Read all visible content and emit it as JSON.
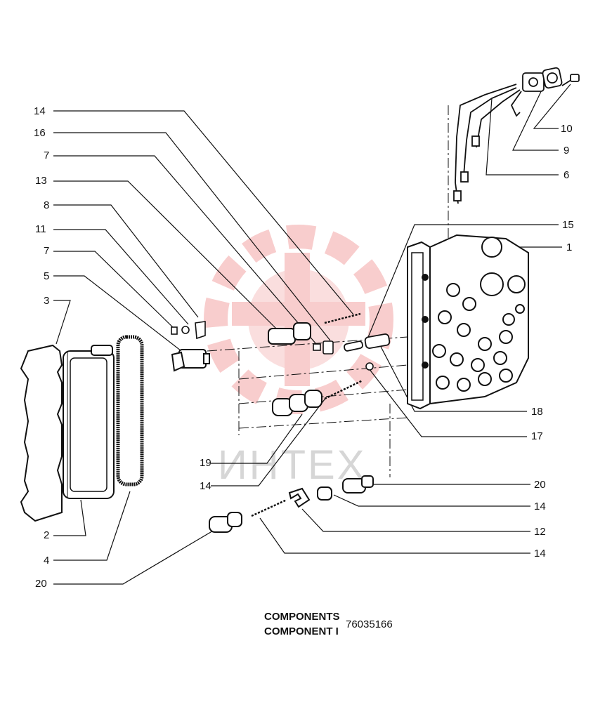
{
  "watermark": {
    "text": "ИНТЕХ",
    "logo": "gear-logo-watermark",
    "logo_color": "#f7b9b9"
  },
  "callouts_left": [
    "14",
    "16",
    "7",
    "13",
    "8",
    "11",
    "7",
    "5",
    "3"
  ],
  "callouts_right": [
    "10",
    "9",
    "6",
    "15",
    "1",
    "18",
    "17",
    "20",
    "14",
    "12",
    "14"
  ],
  "callouts_bottom": [
    "19",
    "14",
    "2",
    "4",
    "20"
  ],
  "caption": {
    "line1": "COMPONENTS",
    "line2": "COMPONENT I",
    "code": "76035166"
  }
}
